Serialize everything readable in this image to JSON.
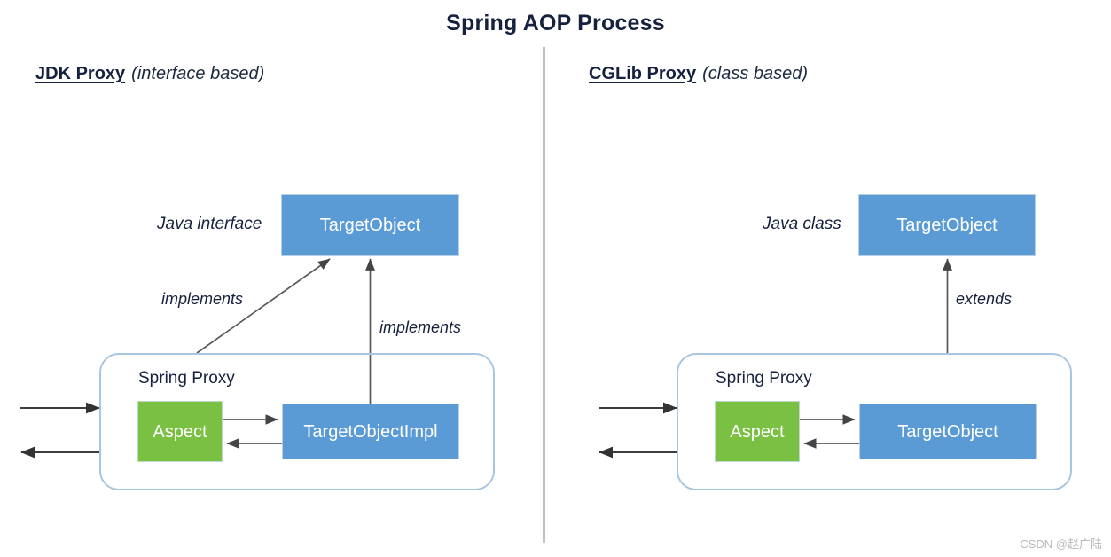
{
  "title": "Spring AOP Process",
  "watermark": "CSDN @赵广陆",
  "left": {
    "header_strong": "JDK Proxy",
    "header_sub": "(interface based)",
    "interface_label": "Java interface",
    "target_box": "TargetObject",
    "arrow_implements_diagonal": "implements",
    "arrow_implements_vertical": "implements",
    "proxy_label": "Spring Proxy",
    "aspect_box": "Aspect",
    "impl_box": "TargetObjectImpl"
  },
  "right": {
    "header_strong": "CGLib Proxy",
    "header_sub": "(class based)",
    "class_label": "Java class",
    "target_box": "TargetObject",
    "arrow_extends": "extends",
    "proxy_label": "Spring Proxy",
    "aspect_box": "Aspect",
    "target_inner_box": "TargetObject"
  },
  "colors": {
    "blue_box": "#5b9bd5",
    "green_box": "#7ac143",
    "container_border": "#a9c6e0",
    "arrow": "#595959",
    "divider": "#a6a6a6",
    "title_text": "#16213e",
    "watermark_text": "#b9b9b9"
  }
}
